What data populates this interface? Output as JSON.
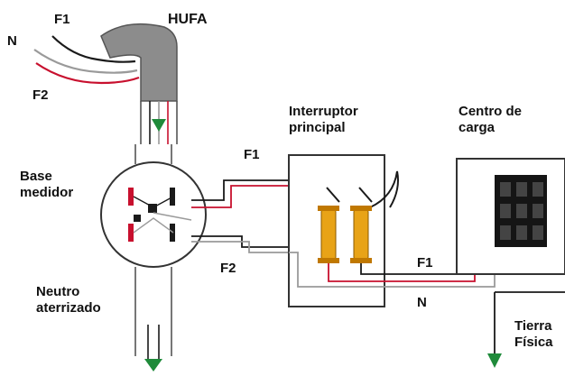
{
  "labels": {
    "n_top": "N",
    "f1_top": "F1",
    "f2_top": "F2",
    "hufa": "HUFA",
    "base_medidor_1": "Base",
    "base_medidor_2": "medidor",
    "interruptor_1": "Interruptor",
    "interruptor_2": "principal",
    "centro_1": "Centro de",
    "centro_2": "carga",
    "f1_mid": "F1",
    "f2_mid": "F2",
    "f1_right": "F1",
    "n_right": "N",
    "neutro_1": "Neutro",
    "neutro_2": "aterrizado",
    "tierra_1": "Tierra",
    "tierra_2": "Física"
  },
  "colors": {
    "phase_red": "#c8102e",
    "neutral_gray": "#9a9a9a",
    "wire_dark": "#1a1a1a",
    "ground_green": "#1f8a3a",
    "fuse_orange": "#e8a317",
    "hufa_gray": "#8c8c8c",
    "breaker_black": "#151515"
  }
}
